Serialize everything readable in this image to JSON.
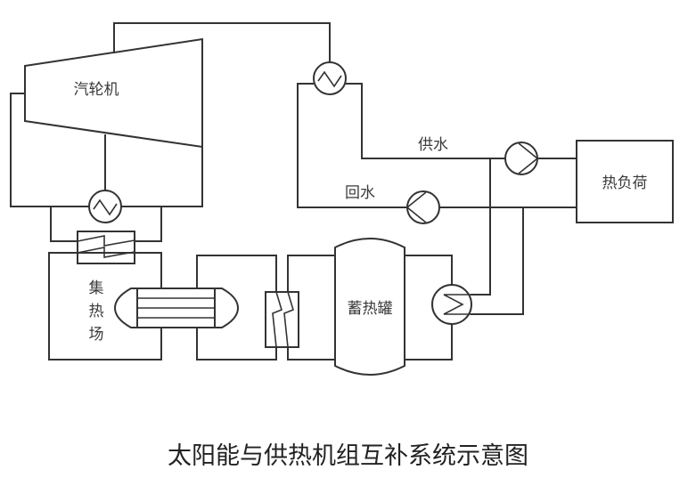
{
  "labels": {
    "turbine": "汽轮机",
    "solar_field": [
      "集",
      "热",
      "场"
    ],
    "storage_tank": "蓄热罐",
    "heat_load": "热负荷",
    "supply_water": "供水",
    "return_water": "回水"
  },
  "caption": "太阳能与供热机组互补系统示意图",
  "colors": {
    "line": "#333333",
    "text": "#3a3a3a",
    "background": "#ffffff"
  }
}
